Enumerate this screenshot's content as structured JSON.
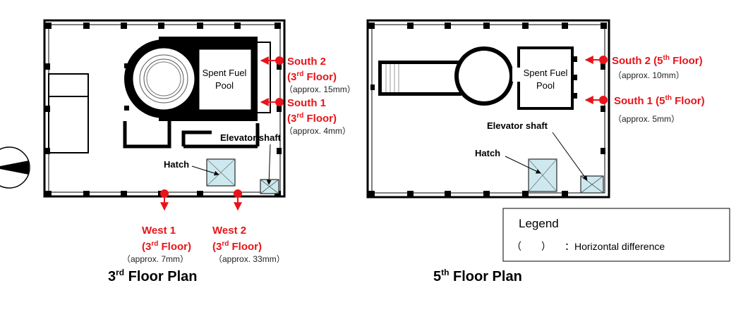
{
  "floor3": {
    "title_main": "3",
    "title_sup": "rd",
    "title_rest": " Floor Plan",
    "pool_line1": "Spent Fuel",
    "pool_line2": "Pool",
    "elevator": "Elevator shaft",
    "hatch": "Hatch",
    "points": {
      "south2": {
        "name": "South 2",
        "floor_num": "3",
        "floor_sup": "rd",
        "floor_rest": " Floor)",
        "note": "（approx. 15mm）"
      },
      "south1": {
        "name": "South 1",
        "floor_num": "3",
        "floor_sup": "rd",
        "floor_rest": " Floor)",
        "note": "（approx. 4mm）"
      },
      "west1": {
        "name": "West 1",
        "floor_num": "3",
        "floor_sup": "rd",
        "floor_rest": " Floor)",
        "note": "（approx. 7mm）"
      },
      "west2": {
        "name": "West 2",
        "floor_num": "3",
        "floor_sup": "rd",
        "floor_rest": " Floor)",
        "note": "（approx. 33mm）"
      }
    }
  },
  "floor5": {
    "title_main": "5",
    "title_sup": "th",
    "title_rest": " Floor Plan",
    "pool_line1": "Spent Fuel",
    "pool_line2": "Pool",
    "elevator": "Elevator shaft",
    "hatch": "Hatch",
    "points": {
      "south2": {
        "name": "South 2 (5",
        "sup": "th",
        "rest": " Floor)",
        "note": "（approx. 10mm）"
      },
      "south1": {
        "name": "South 1 (5",
        "sup": "th",
        "rest": " Floor)",
        "note": "（approx. 5mm）"
      }
    }
  },
  "legend": {
    "title": "Legend",
    "paren": "（　　）",
    "desc": "：Horizontal difference"
  },
  "colors": {
    "marker": "#e8141a",
    "hatch_fill": "#cde9ef",
    "wall": "#000000"
  }
}
